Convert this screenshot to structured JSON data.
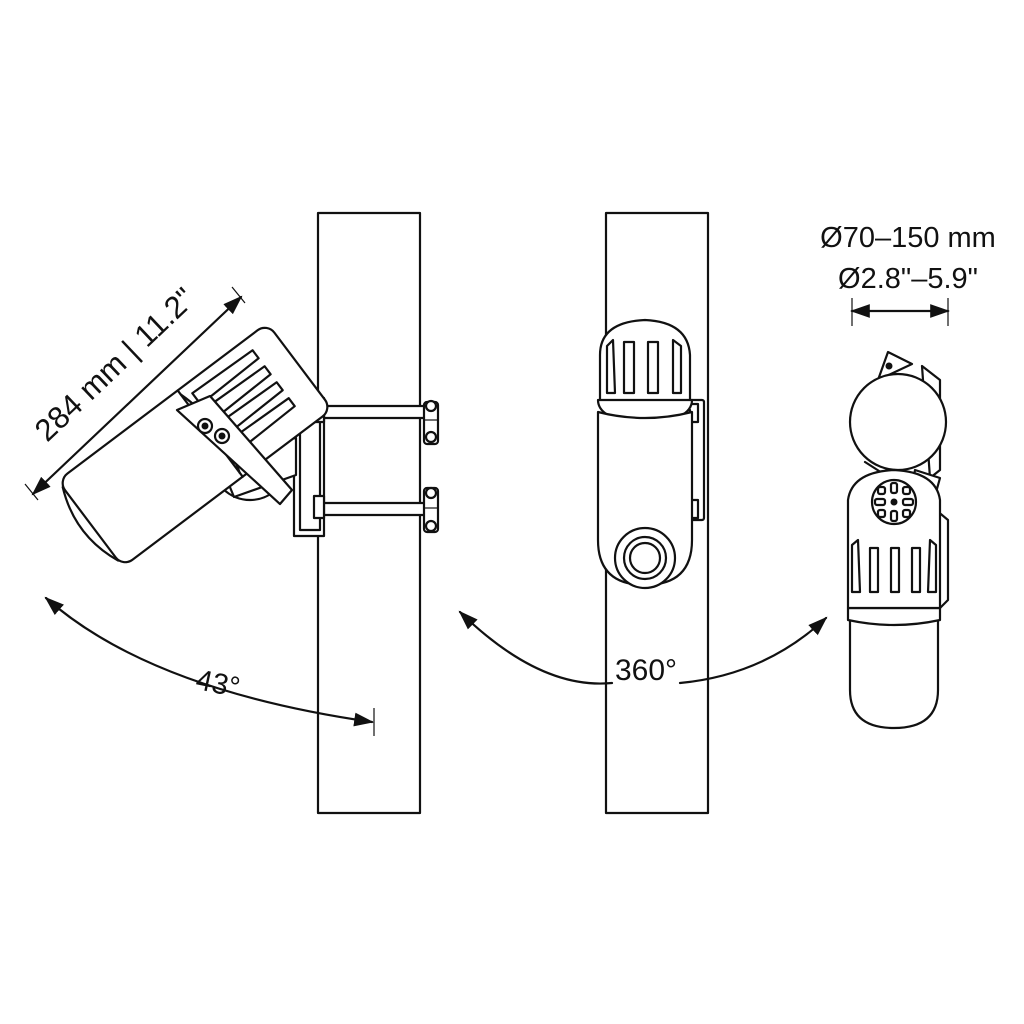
{
  "labels": {
    "length_dimension": "284 mm | 11.2\"",
    "tilt_angle": "43°",
    "rotation_angle": "360°",
    "pole_diameter_metric": "Ø70–150 mm",
    "pole_diameter_imperial": "Ø2.8\"–5.9\""
  },
  "colors": {
    "line": "#111111",
    "background": "#ffffff"
  }
}
